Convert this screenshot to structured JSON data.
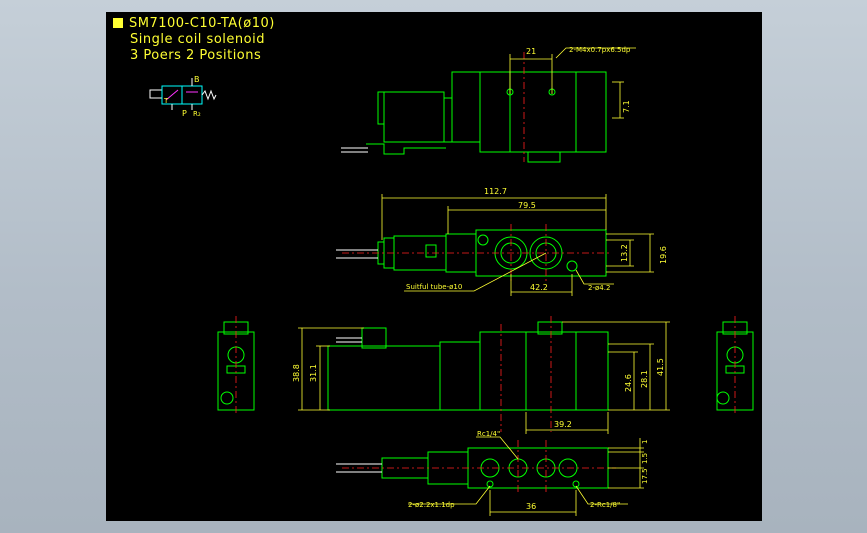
{
  "title_block": {
    "model": "SM7100-C10-TA(ø10)",
    "description": "Single coil solenoid",
    "positions": "3 Poers 2 Positions"
  },
  "symbol": {
    "port_b": "B",
    "port_p": "P",
    "port_r": "R₂",
    "port_t": "T"
  },
  "dimensions": {
    "top_pitch": "21",
    "top_thread": "2-M4x0.7px6.5dp",
    "top_height": "7.1",
    "overall_length": "112.7",
    "body_length": "79.5",
    "side_height_1": "13.2",
    "side_height_2": "19.6",
    "tube_note": "Suitful tube-ø10",
    "port_spacing": "42.2",
    "mount_hole": "2-ø4.2",
    "front_height_1": "38.8",
    "front_height_2": "31.1",
    "front_height_3": "24.6",
    "front_height_4": "28.1",
    "front_height_5": "41.5",
    "front_base": "39.2",
    "bottom_port": "Rc1/4\"",
    "bottom_dim_1": "1",
    "bottom_dim_2": "1.5",
    "bottom_dim_3": "17.5",
    "bottom_holes": "2-ø2.2x1.1dp",
    "bottom_pitch": "36",
    "bottom_rc": "2-Rc1/8\""
  },
  "colors": {
    "background": "#000000",
    "outline": "#00ff00",
    "dimension": "#ffff33",
    "centerline": "#ff2020"
  }
}
